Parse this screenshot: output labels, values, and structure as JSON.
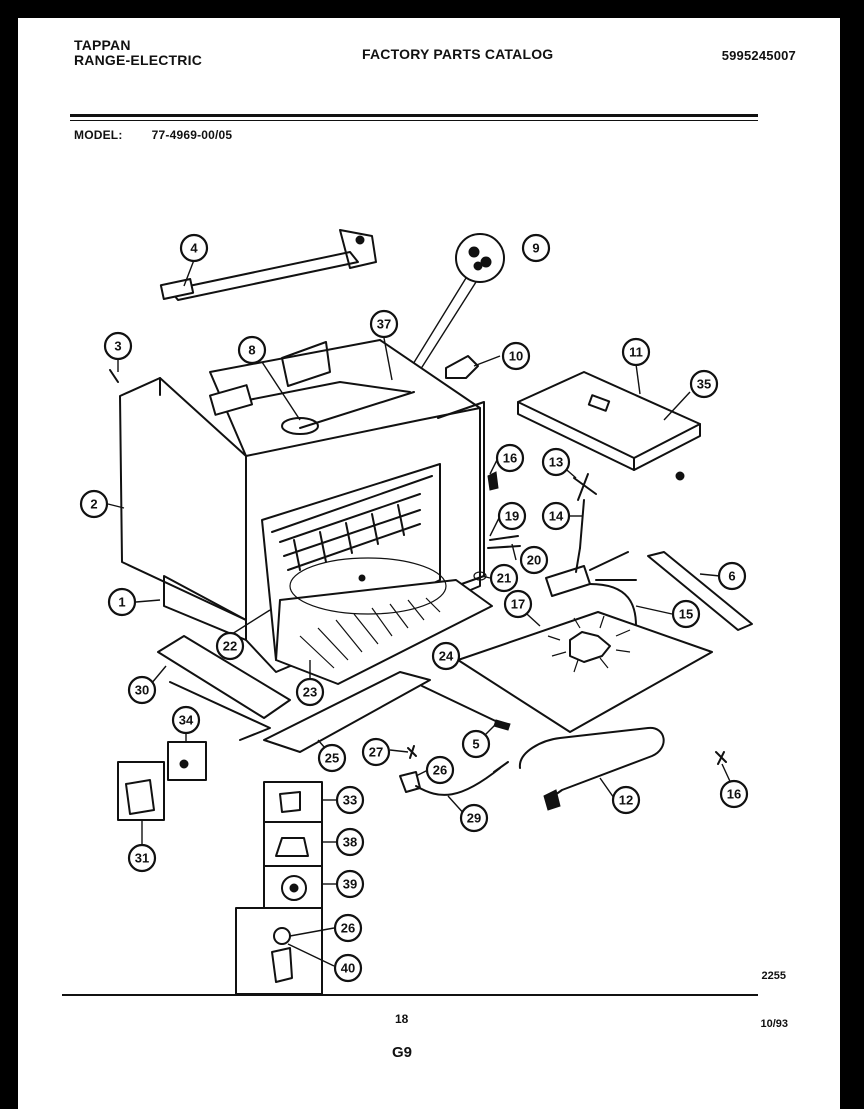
{
  "header": {
    "brand_line1": "TAPPAN",
    "brand_line2": "RANGE-ELECTRIC",
    "catalog_title": "FACTORY PARTS CATALOG",
    "part_number": "5995245007",
    "model_label": "MODEL:",
    "model_value": "77-4969-00/05"
  },
  "footer": {
    "drawing_code": "2255",
    "page_number": "18",
    "date": "10/93",
    "section": "G9"
  },
  "callouts": [
    {
      "id": "c1",
      "label": "1"
    },
    {
      "id": "c2",
      "label": "2"
    },
    {
      "id": "c3",
      "label": "3"
    },
    {
      "id": "c4",
      "label": "4"
    },
    {
      "id": "c5",
      "label": "5"
    },
    {
      "id": "c6",
      "label": "6"
    },
    {
      "id": "c8",
      "label": "8"
    },
    {
      "id": "c9",
      "label": "9"
    },
    {
      "id": "c10",
      "label": "10"
    },
    {
      "id": "c11",
      "label": "11"
    },
    {
      "id": "c12",
      "label": "12"
    },
    {
      "id": "c13",
      "label": "13"
    },
    {
      "id": "c14",
      "label": "14"
    },
    {
      "id": "c15",
      "label": "15"
    },
    {
      "id": "c16a",
      "label": "16"
    },
    {
      "id": "c16b",
      "label": "16"
    },
    {
      "id": "c17",
      "label": "17"
    },
    {
      "id": "c19",
      "label": "19"
    },
    {
      "id": "c20",
      "label": "20"
    },
    {
      "id": "c21",
      "label": "21"
    },
    {
      "id": "c22",
      "label": "22"
    },
    {
      "id": "c23",
      "label": "23"
    },
    {
      "id": "c24",
      "label": "24"
    },
    {
      "id": "c25",
      "label": "25"
    },
    {
      "id": "c26a",
      "label": "26"
    },
    {
      "id": "c26b",
      "label": "26"
    },
    {
      "id": "c27",
      "label": "27"
    },
    {
      "id": "c29",
      "label": "29"
    },
    {
      "id": "c30",
      "label": "30"
    },
    {
      "id": "c31",
      "label": "31"
    },
    {
      "id": "c33",
      "label": "33"
    },
    {
      "id": "c34",
      "label": "34"
    },
    {
      "id": "c35",
      "label": "35"
    },
    {
      "id": "c37",
      "label": "37"
    },
    {
      "id": "c38",
      "label": "38"
    },
    {
      "id": "c39",
      "label": "39"
    },
    {
      "id": "c40",
      "label": "40"
    }
  ]
}
